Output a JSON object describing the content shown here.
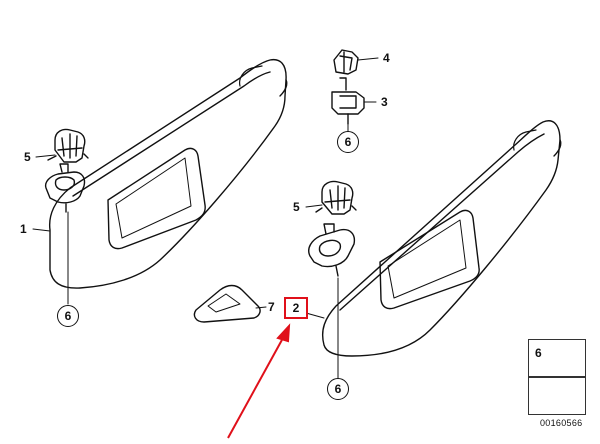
{
  "labels": {
    "left_visor": "1",
    "right_visor": "2",
    "bracket": "3",
    "clip_top": "4",
    "clip_left": "5",
    "clip_right": "5",
    "cover": "7"
  },
  "circled": {
    "left_bottom": "6",
    "top_bracket": "6",
    "right_bottom": "6"
  },
  "legend": {
    "item_number": "6",
    "doc_number": "00160566"
  },
  "colors": {
    "highlight_box": "#e0101a",
    "arrow": "#e0101a",
    "line": "#111111"
  }
}
